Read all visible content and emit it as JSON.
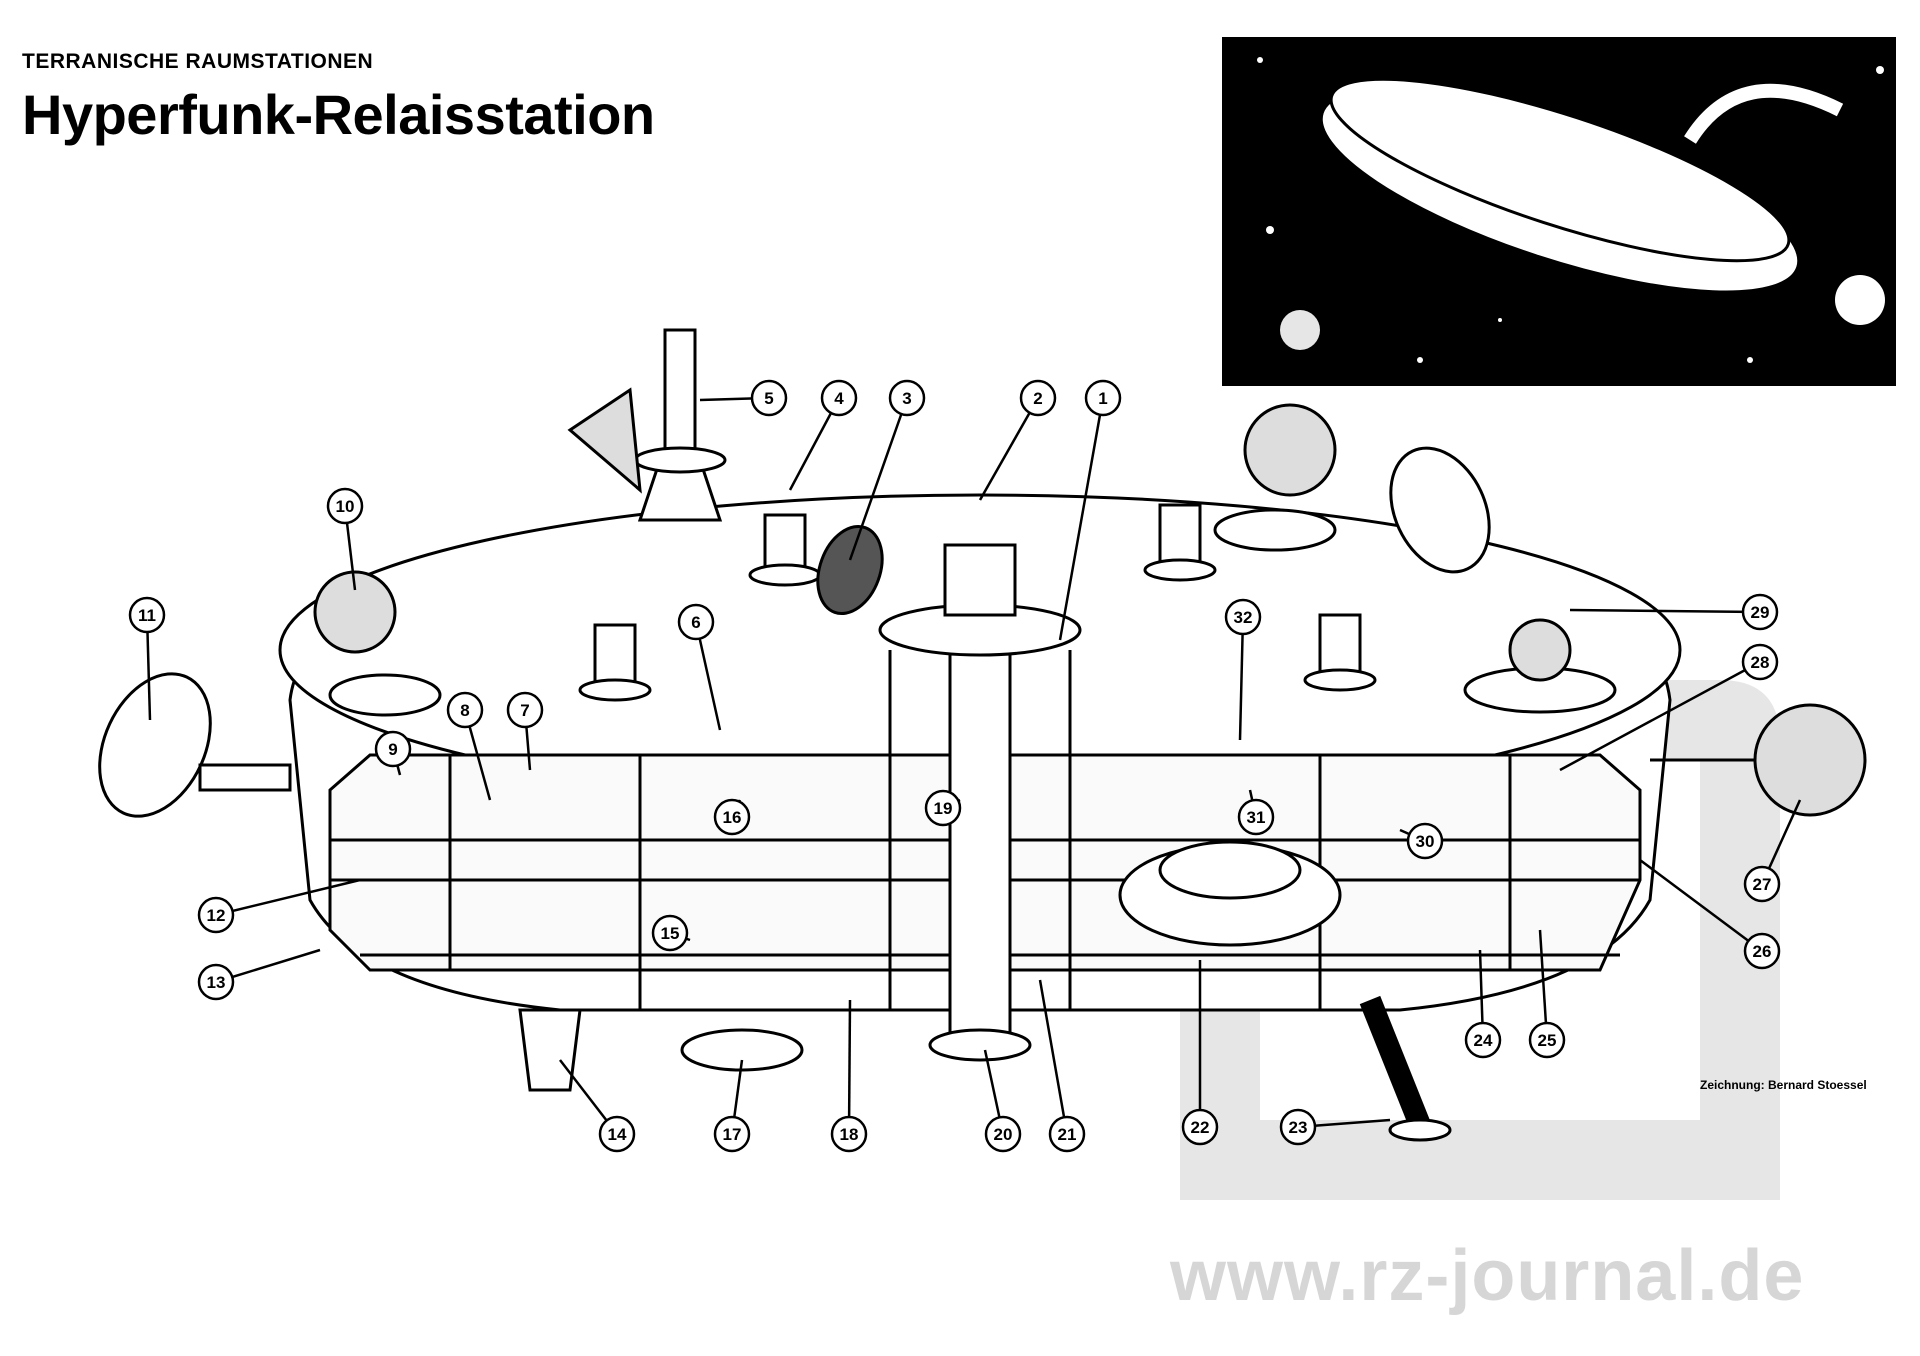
{
  "header": {
    "kicker": "TERRANISCHE RAUMSTATIONEN",
    "title": "Hyperfunk-Relaisstation"
  },
  "credit": "Zeichnung: Bernard Stoessel",
  "watermark": "www.rz-journal.de",
  "callouts": [
    "1",
    "2",
    "3",
    "4",
    "5",
    "6",
    "7",
    "8",
    "9",
    "10",
    "11",
    "12",
    "13",
    "14",
    "15",
    "16",
    "17",
    "18",
    "19",
    "20",
    "21",
    "22",
    "23",
    "24",
    "25",
    "26",
    "27",
    "28",
    "29",
    "30",
    "31",
    "32"
  ],
  "colors": {
    "ink": "#000000",
    "paper": "#ffffff",
    "watermark": "#d6d6d6"
  }
}
